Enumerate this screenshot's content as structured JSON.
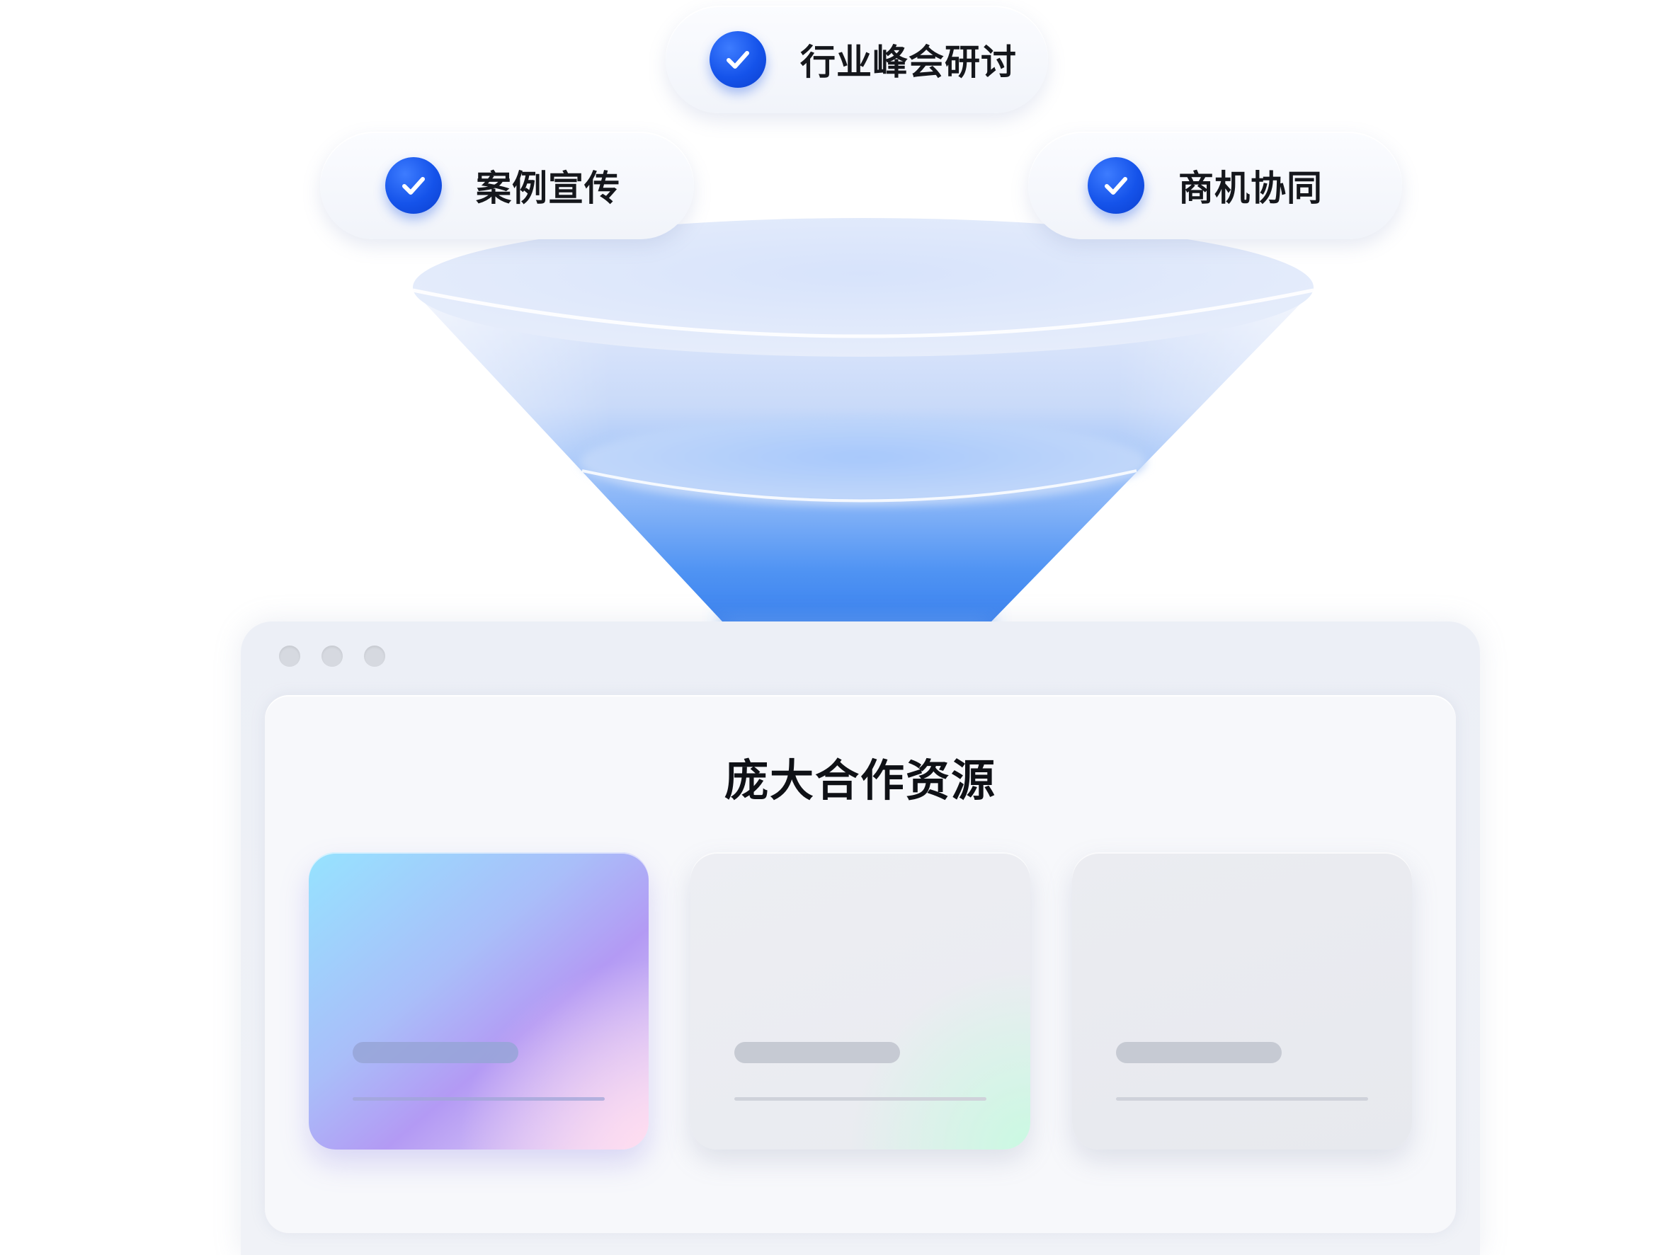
{
  "pills": [
    {
      "label": "行业峰会研讨",
      "icon": "check-circle-icon"
    },
    {
      "label": "案例宣传",
      "icon": "check-circle-icon"
    },
    {
      "label": "商机协同",
      "icon": "check-circle-icon"
    }
  ],
  "window": {
    "title": "庞大合作资源"
  },
  "colors": {
    "accent": "#1553ea",
    "funnel_light": "#dfe8fb",
    "funnel_dark": "#3d86f3"
  }
}
